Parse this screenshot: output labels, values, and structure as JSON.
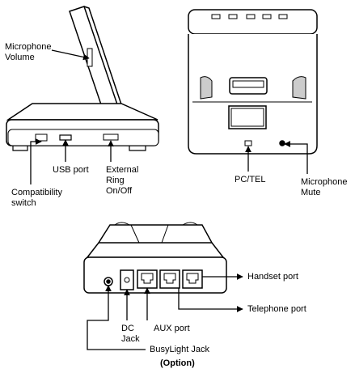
{
  "labels": {
    "microphone_volume": "Microphone\nVolume",
    "usb_port": "USB port",
    "external_ring": "External\nRing\nOn/Off",
    "compatibility_switch": "Compatibility\nswitch",
    "pc_tel": "PC/TEL",
    "microphone_mute": "Microphone\nMute",
    "handset_port": "Handset port",
    "telephone_port": "Telephone port",
    "aux_port": "AUX port",
    "dc_jack": "DC\nJack",
    "busylight_jack": "BusyLight\nJack",
    "option": "(Option)"
  }
}
